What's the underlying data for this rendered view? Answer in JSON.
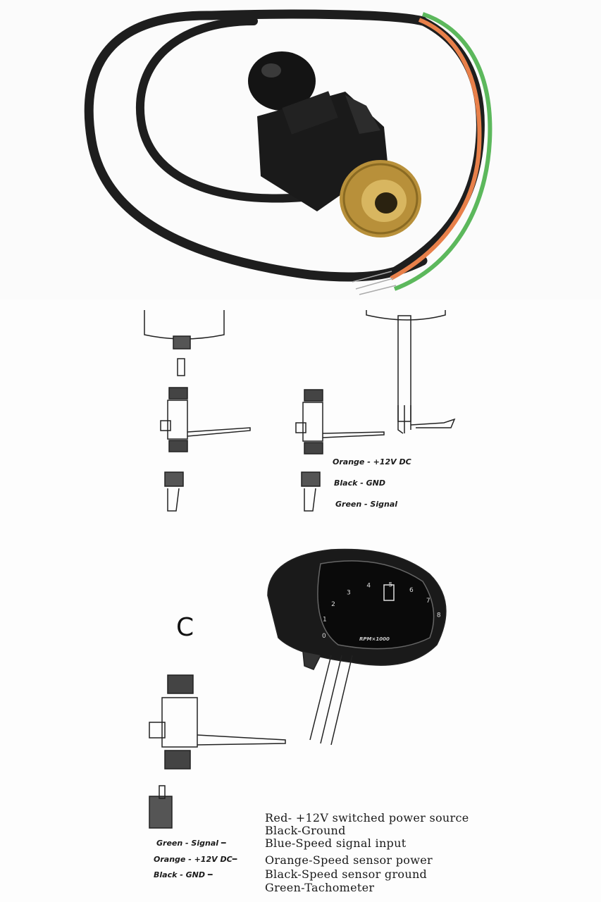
{
  "photo": {
    "subject": "flow-sensor-with-brass-fitting",
    "wire_colors": {
      "cable": "#1e1e1e",
      "green": "#5cb85c",
      "orange": "#e8804a",
      "brass": "#c9a24a"
    }
  },
  "diagram_top": {
    "legend": [
      {
        "text": "Orange  -  +12V DC"
      },
      {
        "text": "Black  -  GND"
      },
      {
        "text": "Green  -  Signal"
      }
    ]
  },
  "diagram_bottom": {
    "section_letter": "C",
    "left_legend": [
      {
        "text": "Green  -  Signal  ━"
      },
      {
        "text": "Orange - +12V DC━"
      },
      {
        "text": "Black  -  GND    ━"
      }
    ],
    "right_legend": [
      {
        "text": "Red- +12V switched power source"
      },
      {
        "text": "Black-Ground"
      },
      {
        "text": "Blue-Speed signal input"
      },
      {
        "text": "Orange-Speed sensor power"
      },
      {
        "text": "Black-Speed sensor ground"
      },
      {
        "text": "Green-Tachometer"
      }
    ],
    "gauge_label": "RPM×1000",
    "gauge_ticks": [
      "0",
      "1",
      "2",
      "3",
      "4",
      "5",
      "6",
      "7",
      "8"
    ]
  }
}
